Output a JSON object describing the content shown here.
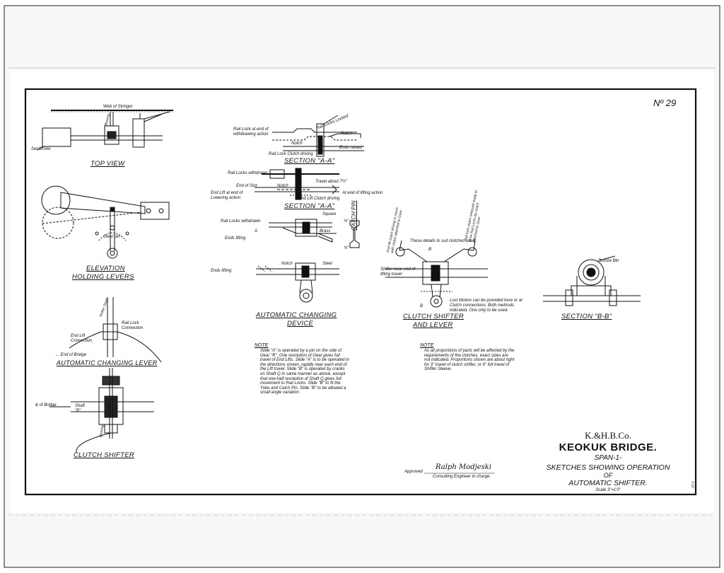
{
  "sheet": {
    "number": "Nº 29",
    "side_stamp": "4-62"
  },
  "top_view": {
    "caption": "TOP VIEW",
    "labels": {
      "web_of_stringer": "Web of Stringer",
      "set_screw": "Set Screw",
      "bearing": "Bearing"
    }
  },
  "elevation": {
    "caption_1": "ELEVATION",
    "caption_2": "HOLDING LEVERS",
    "labels": {
      "steel_pin": "Steel pin"
    }
  },
  "auto_lever": {
    "caption": "AUTOMATIC CHANGING LEVER",
    "labels": {
      "shifter_shaft": "Shifter Shaft",
      "rail_lock_connection": "Rail Lock Connection",
      "end_lift_connection": "End Lift Connection",
      "end_of_bridge": "End of Bridge"
    }
  },
  "clutch_shifter_left": {
    "caption": "CLUTCH SHIFTER",
    "labels": {
      "cl_of_bridge": "℄ of Bridge",
      "shaft_p": "Shaft \"P\"",
      "bearing": "Bearing"
    }
  },
  "section_aa_1": {
    "caption": "SECTION \"A-A\"",
    "labels": {
      "rail_lock_withdrawing": "Rail Lock at end of withdrawing action",
      "rail_locks_locked": "Rail Locks Locked",
      "notch_1": "Notch",
      "notch_2": "Notch",
      "ends_raised": "Ends raised",
      "rail_lock_clutch_driving": "Rail Lock Clutch driving"
    }
  },
  "section_aa_2": {
    "caption": "SECTION \"A-A\"",
    "labels": {
      "rail_locks_withdrawn": "Rail Locks withdrawn",
      "end_of_slot": "End of Slot",
      "notch": "Notch",
      "travel_about": "Travel about 7½\"",
      "at_end_of_lifting": "At end of lifting action",
      "end_lift_lowering": "End Lift at end of Lowering action",
      "end_lift_clutch_driving": "End Lift Clutch driving"
    }
  },
  "auto_device": {
    "caption_1": "AUTOMATIC CHANGING",
    "caption_2": "DEVICE",
    "labels": {
      "rail_locks_withdrawn": "Rail Locks withdrawn",
      "square": "Square",
      "brass": "Brass",
      "a_mark": "A",
      "ends_lifting": "Ends lifting",
      "ends_lifting_2": "Ends lifting",
      "notch": "Notch",
      "steel": "Steel",
      "catch_pin": "CATCH PIN",
      "dim_1": "¾\"",
      "dim_2": "¾\""
    }
  },
  "clutch_lever": {
    "caption_1": "CLUTCH SHIFTER",
    "caption_2": "AND LEVER",
    "labels": {
      "end_lift_clutch": "End lift clutch driving in mesh with clutch attached to Gear",
      "rail_lock_clutch": "Rail lock clutch released ready to drive Rail Locks by clutch attached to Gear",
      "these_details": "These details to suit clutches used",
      "shifter_near_end": "Shifter near end of lifting travel",
      "b_mark_1": "B",
      "b_mark_2": "B",
      "lost_motion": "Lost Motion can be provided here or at Clutch connections. Both methods indicated. One only to be used."
    }
  },
  "section_bb": {
    "caption": "SECTION \"B-B\"",
    "labels": {
      "bronze": "Bronze Bkr"
    }
  },
  "notes": {
    "left_heading": "NOTE",
    "left_text": "Slide \"A\" is operated by a pin on the side of Gear \"R\". One revolution of Gear gives full travel of End Lifts. Slide \"A\" is to be operated in the directions shown, rapidly near each end of the Lift travel. Slide \"B\" is operated by cranks on Shaft Q in same manner as above, except that one-half revolution of Shaft Q gives full movement to Rail Locks. Slide \"B\" to fit the Yoke and Catch Pin. Slide \"B\" to be allowed a small angle variation.",
    "right_heading": "NOTE",
    "right_text": "As all proportions of parts will be affected by the requirements of the clutches, exact sizes are not indicated. Proportions shown are about right for 3\" travel of clutch shifter, or 6\" full travel of Shifter Sleeve."
  },
  "title_block": {
    "company": "K.&H.B.Co.",
    "bridge": "KEOKUK BRIDGE.",
    "span": "SPAN-1-",
    "line1": "SKETCHES SHOWING OPERATION",
    "line2": "OF",
    "line3": "AUTOMATIC SHIFTER.",
    "scale": "Scale 3\"=1'0\"",
    "approved_label": "Approved",
    "signature": "Ralph Modjeski",
    "engineer": "Consulting Engineer in charge."
  }
}
